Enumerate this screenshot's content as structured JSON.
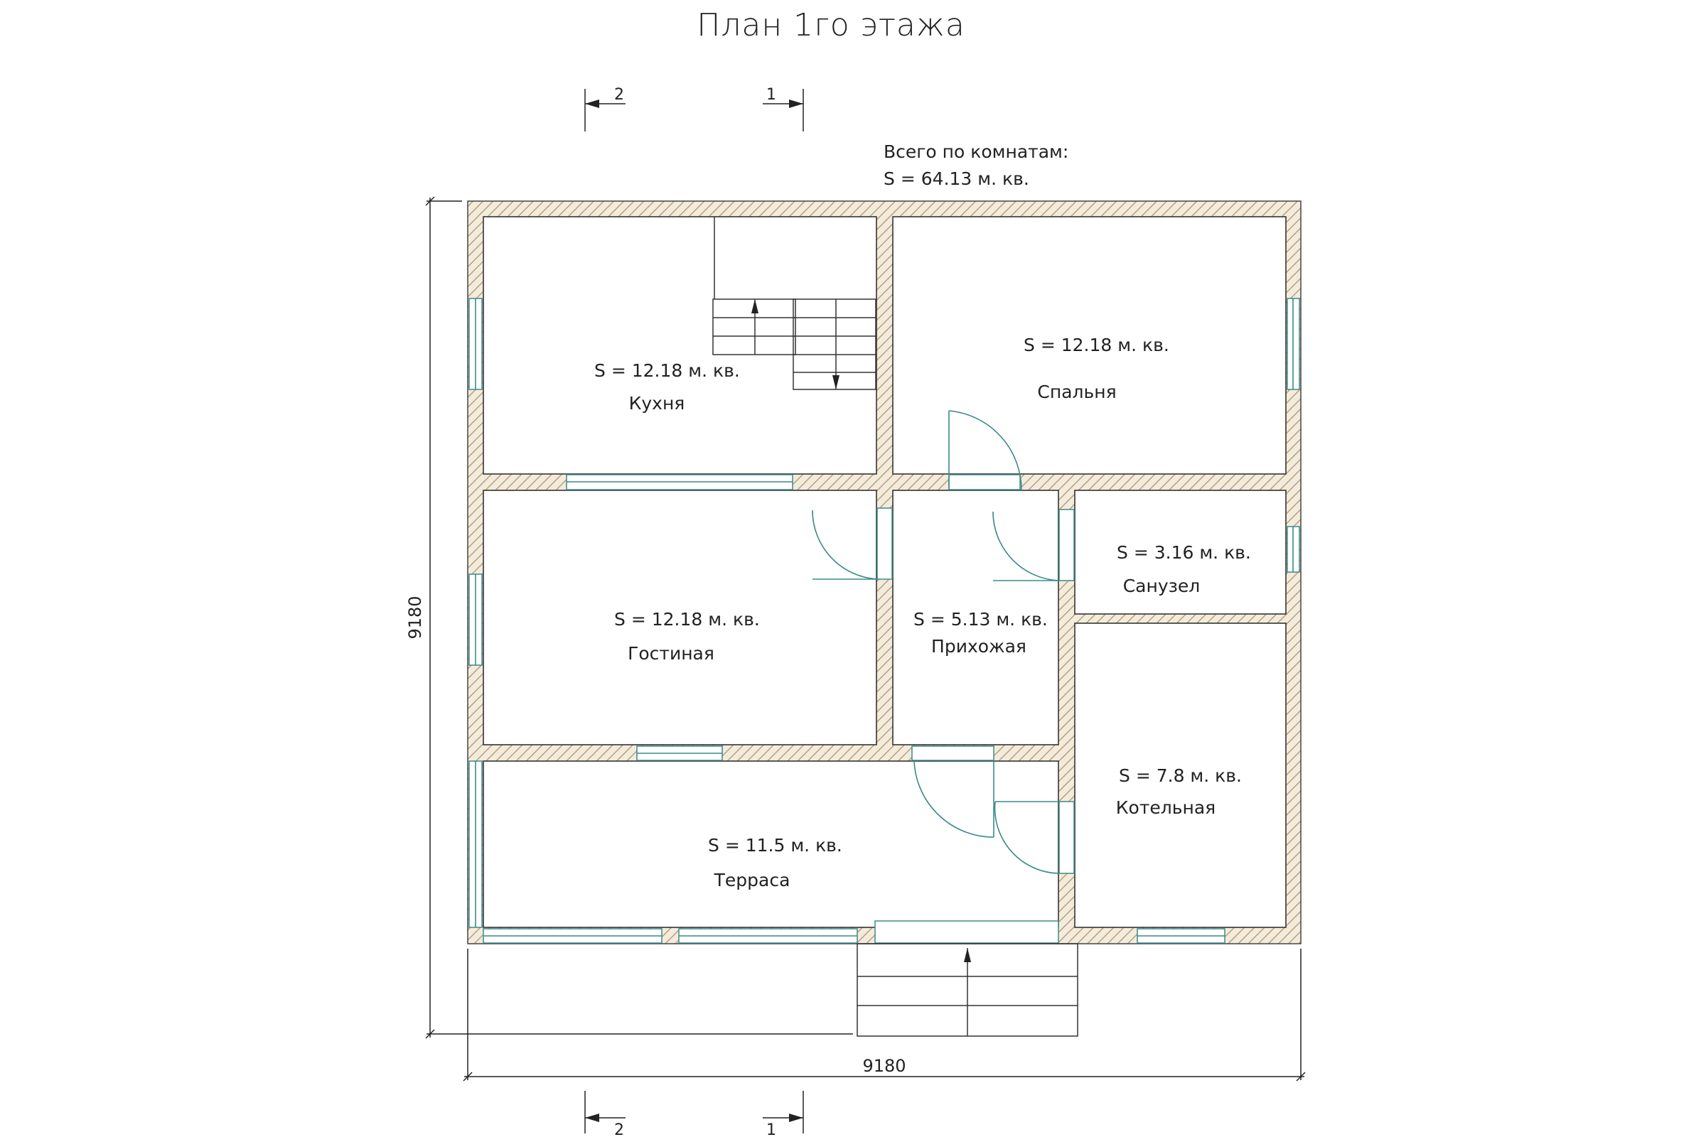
{
  "title": "План 1го этажа",
  "summary": {
    "heading": "Всего по комнатам:",
    "total": "S   =   64.13 м. кв."
  },
  "rooms": [
    {
      "area": "S    =   12.18 м. кв.",
      "name": "Кухня"
    },
    {
      "area": "S    =   12.18 м. кв.",
      "name": "Спальня"
    },
    {
      "area": "S    =   12.18 м. кв.",
      "name": "Гостиная"
    },
    {
      "area": "S   =   5.13 м. кв.",
      "name": "Прихожая"
    },
    {
      "area": "S    =   3.16 м. кв.",
      "name": "Санузел"
    },
    {
      "area": "S    =   7.8 м. кв.",
      "name": "Котельная"
    },
    {
      "area": "S    =   11.5 м. кв.",
      "name": "Терраса"
    }
  ],
  "dimensions": {
    "width": "9180",
    "height": "9180"
  },
  "axes": {
    "a": "2",
    "b": "1"
  },
  "colors": {
    "wall_hatch": "#b9a07a",
    "opening": "#3a8a8a",
    "line": "#222222"
  }
}
